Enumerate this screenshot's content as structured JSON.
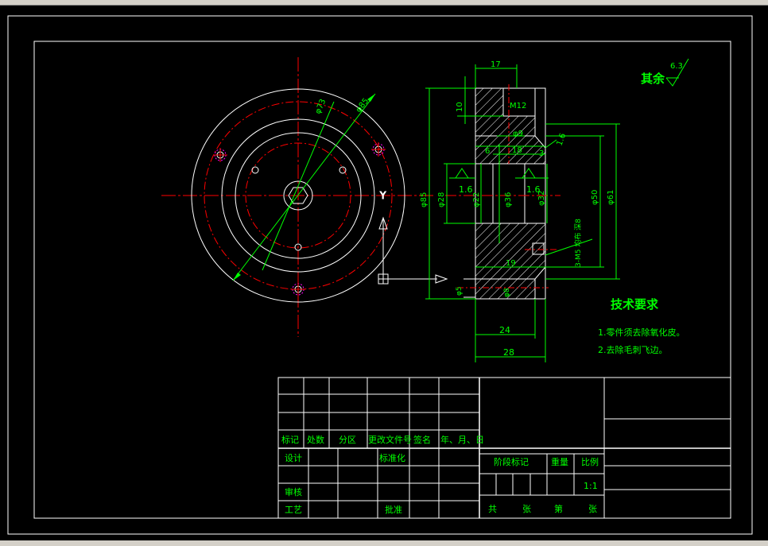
{
  "surface_roughness": {
    "label": "其余",
    "value": "6.3"
  },
  "dims": {
    "d17": "17",
    "m12": "M12",
    "d10": "10",
    "phi9": "φ9",
    "d6": "6",
    "d18": "18",
    "d3": "3",
    "r15": "1.6",
    "phi28": "φ28",
    "phi22": "φ22",
    "phi36": "φ36",
    "phi32": "φ32",
    "phi50": "φ50",
    "phi61": "φ61",
    "phi85": "φ85",
    "ra_left": "1.6",
    "ra_mid": "1.6",
    "d19": "19",
    "d24": "24",
    "d28": "28",
    "phi5": "φ5",
    "phi8": "φ8",
    "phi73": "φ73",
    "phi85b": "φ85",
    "hole_note": "3-M5 均布 深8"
  },
  "tech": {
    "title": "技术要求",
    "line1": "1.零件须去除氧化皮。",
    "line2": "2.去除毛刺飞边。"
  },
  "title_block": {
    "biaoji": "标记",
    "chushu": "处数",
    "fenqu": "分区",
    "gengai": "更改文件号",
    "qianming": "签名",
    "nianyueri": "年、月、日",
    "sheji": "设计",
    "biaozhunhua": "标准化",
    "shenhe": "审核",
    "gongyi": "工艺",
    "pizhun": "批准",
    "jieduan": "阶段标记",
    "zhongliang": "重量",
    "bili": "比例",
    "bili_val": "1:1",
    "gong": "共",
    "zhang1": "张",
    "di": "第",
    "zhang2": "张"
  },
  "colors": {
    "line": "#ffffff",
    "center": "#ff0000",
    "dim": "#00ff00",
    "ucs": "#ffffff"
  }
}
